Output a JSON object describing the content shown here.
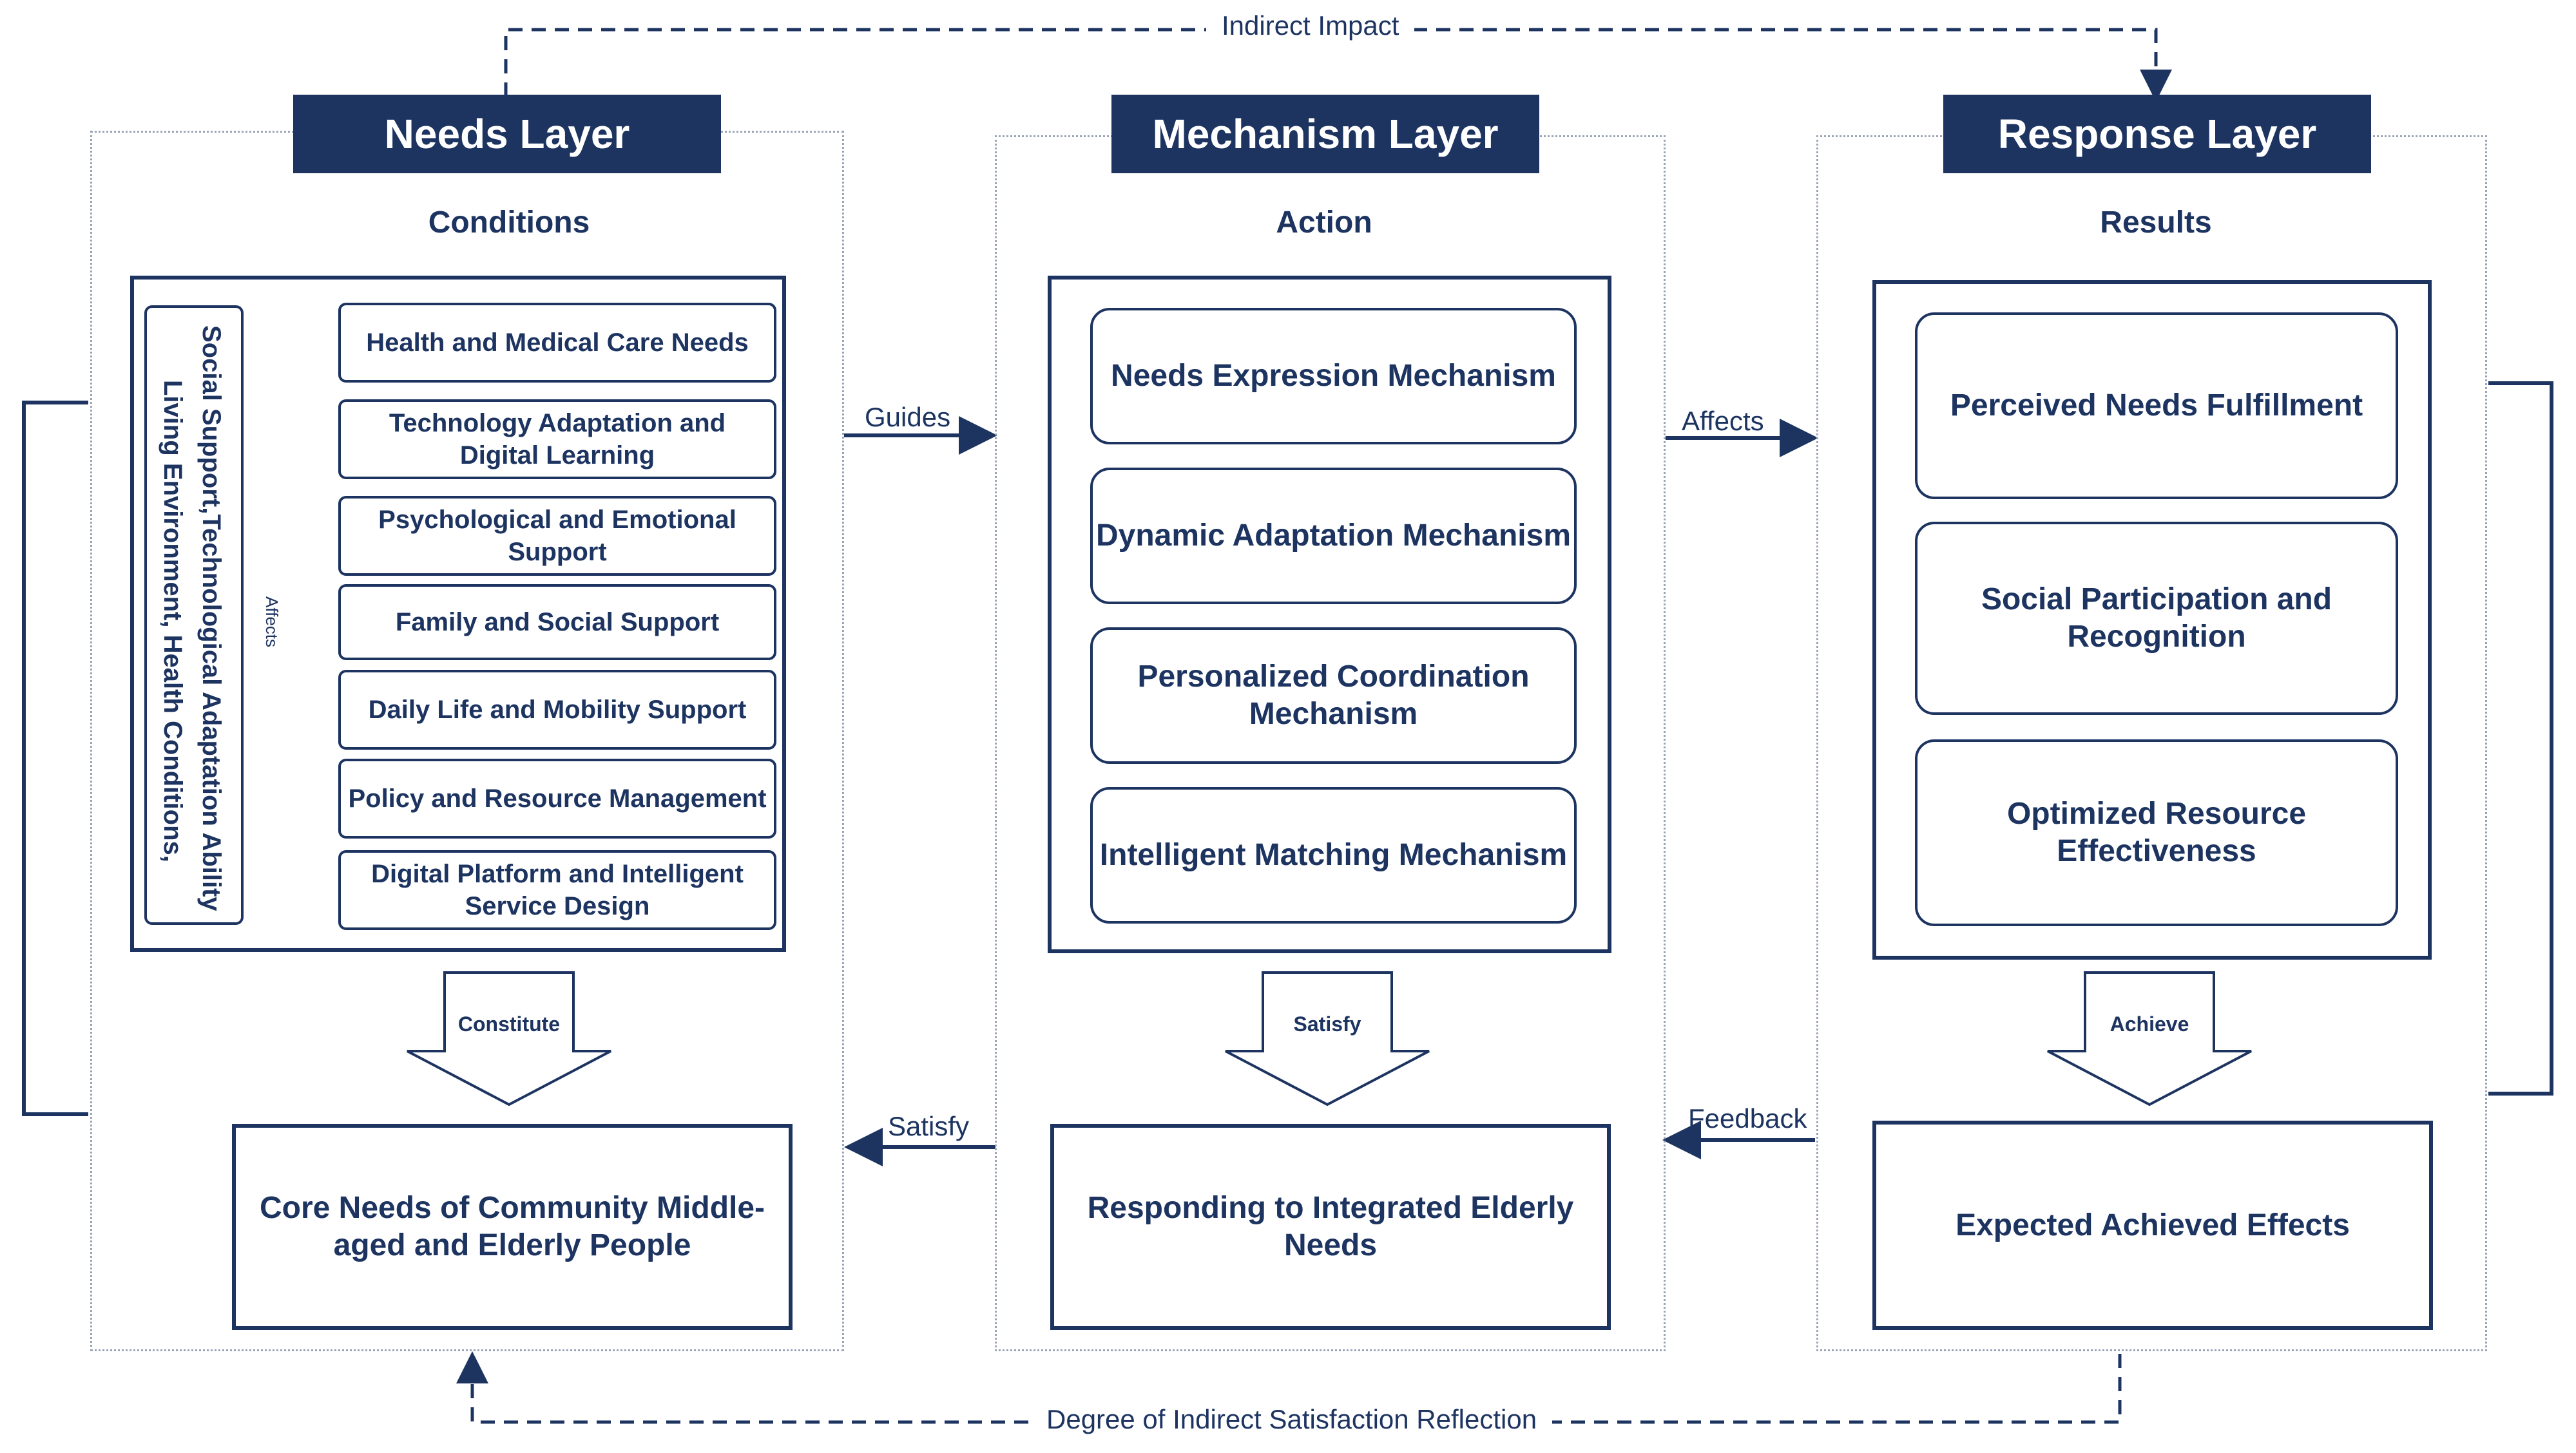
{
  "colors": {
    "navy": "#1d3461",
    "dotted_border": "#9aa4b8",
    "background": "#ffffff"
  },
  "layers": {
    "needs": {
      "title": "Needs Layer",
      "subtitle": "Conditions",
      "side_label_line1": "Social Support,Technological Adaptation Ability",
      "side_label_line2": "Living Environment, Health Conditions,",
      "affects_small": "Affects",
      "items": [
        "Health and Medical Care Needs",
        "Technology Adaptation and Digital Learning",
        "Psychological and Emotional Support",
        "Family and Social Support",
        "Daily Life and Mobility Support",
        "Policy and Resource Management",
        "Digital Platform and Intelligent Service Design"
      ],
      "arrow_label": "Constitute",
      "output": "Core Needs of Community Middle-aged and Elderly People"
    },
    "mechanism": {
      "title": "Mechanism Layer",
      "subtitle": "Action",
      "items": [
        "Needs Expression Mechanism",
        "Dynamic Adaptation Mechanism",
        "Personalized Coordination Mechanism",
        "Intelligent Matching Mechanism"
      ],
      "arrow_label": "Satisfy",
      "output": "Responding to Integrated Elderly Needs"
    },
    "response": {
      "title": "Response Layer",
      "subtitle": "Results",
      "items": [
        "Perceived Needs Fulfillment",
        "Social Participation and Recognition",
        "Optimized Resource Effectiveness"
      ],
      "arrow_label": "Achieve",
      "output": "Expected Achieved Effects"
    }
  },
  "connectors": {
    "indirect_impact": "Indirect Impact",
    "guides": "Guides",
    "affects": "Affects",
    "satisfy": "Satisfy",
    "feedback": "Feedback",
    "degree": "Degree of Indirect Satisfaction Reflection"
  }
}
